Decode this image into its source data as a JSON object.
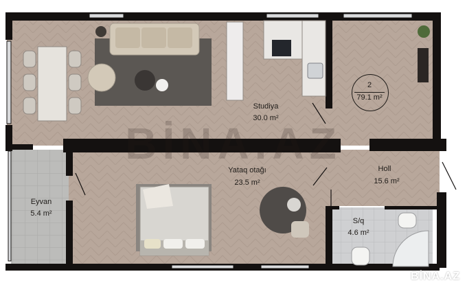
{
  "watermark": {
    "main": "BİNA.AZ",
    "corner": "BİNA.AZ"
  },
  "summary": {
    "rooms": "2",
    "total_area": "79.1 m²"
  },
  "rooms": [
    {
      "name": "Studiya",
      "area": "30.0 m²"
    },
    {
      "name": "Yataq otağı",
      "area": "23.5 m²"
    },
    {
      "name": "Holl",
      "area": "15.6 m²"
    },
    {
      "name": "Eyvan",
      "area": "5.4 m²"
    },
    {
      "name": "S/q",
      "area": "4.6 m²"
    }
  ],
  "colors": {
    "wall": "#141110",
    "floor": "#b8a79b",
    "balcony_tile": "#b9b9b7",
    "rug": "#5b5753",
    "sofa": "#d3c9b8",
    "bed": "#d8d6d1"
  }
}
